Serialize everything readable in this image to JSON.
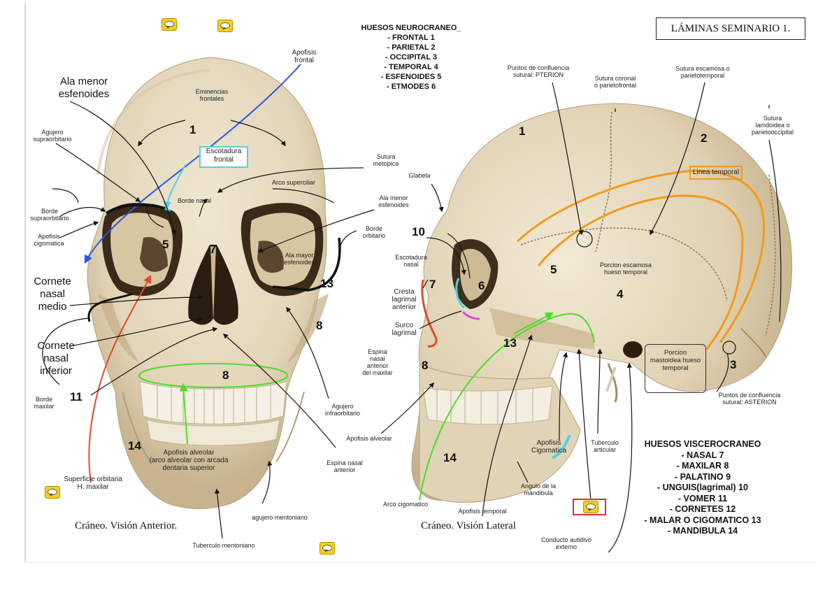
{
  "header": {
    "title_box": "LÁMINAS SEMINARIO 1.",
    "neuro_title": "HUESOS NEUROCRANEO_",
    "neuro_items": [
      "- FRONTAL 1",
      "- PARIETAL 2",
      "- OCCIPITAL 3",
      "- TEMPORAL 4",
      "- ESFENOIDES 5",
      "- ETMODES 6"
    ]
  },
  "viscero": {
    "title": "HUESOS VISCEROCRANEO",
    "items": [
      "- NASAL 7",
      "- MAXILAR  8",
      "- PALATINO 9",
      "- UNGUIS(lagrimal) 10",
      "- VOMER 11",
      "- CORNETES 12",
      "- MALAR O CIGOMATICO 13",
      "- MANDIBULA 14"
    ]
  },
  "captions": {
    "anterior": "Cráneo. Visión Anterior.",
    "lateral": "Cráneo. Visión Lateral"
  },
  "anterior_labels": {
    "apofisis_frontal": "Apofisis\nfrontal",
    "ala_menor_big": "Ala menor\nesfenoides",
    "eminencias": "Eminencias\nfrontales",
    "agujero_supra": "Agujero\nsupraorbitario",
    "escotadura_frontal": "Escotadura\nfrontal",
    "sutura_metopica": "Sutura\nmetopica",
    "glabela": "Glabela",
    "arco_superciliar": "Arco superciliar",
    "borde_nasal": "Borde nasal",
    "borde_supra": "Borde\nsupraorbitario",
    "apofisis_cigomatica": "Apofisis\ncigomatica",
    "ala_menor_small": "Ala menor\nesfenoides",
    "borde_orbitario": "Borde\norbitario",
    "ala_mayor": "Ala mayor\nesfenoides",
    "cornete_medio": "Cornete\nnasal\nmedio",
    "cornete_inferior": "Cornete\nnasal\ninferior",
    "borde_maxilar": "Borde\nmaxilar",
    "agujero_infra": "Agujero\ninfraorbitario",
    "apofisis_alveolar": "Apofisis alveolar\n(arco alveolar con arcada\ndentaria superior",
    "espina_nasal": "Espina nasal\nanterior",
    "superficie_orbitaria": "Superficie orbitaria\nH. maxilar",
    "agujero_mentoniano": "agujero mentoniano",
    "tuberculo_mentoniano": "Tuberculo mentoniano"
  },
  "lateral_labels": {
    "pterion": "Puntos de confluencia\nsutural: PTERION",
    "sutura_coronal": "Sutura coronal\no parietofrontal",
    "sutura_escamosa": "Sutura escamosa o\nparietotemporal",
    "sutura_lamdoidea": "Sutura\nlamdoidea o\nparietooccipital",
    "linea_temporal": "Linea temporal",
    "escotadura_nasal": "Escotadura\nnasal",
    "cresta_lagrimal": "Cresta\nlagrimal\nanterior",
    "surco_lagrimal": "Surco\nlagrimal",
    "espina_maxilar": "Espina\nnasal\nanterior\ndel maxilar",
    "porcion_escamosa": "Porcion escamosa\nhueso temporal",
    "porcion_mastoidea": "Porcion\nmastoidea hueso\ntemporal",
    "asterion": "Puntos de confluencia\nsutural: ASTERION",
    "apofisis_alveolar": "Apofisis alveolar",
    "apofisis_cigomatica": "Apofisis\nCigomatica",
    "tuberculo_articular": "Tuberculo\narticular",
    "angulo_mandibula": "Angulo de la\nmandibula",
    "arco_cigomatico": "Arco cigomatico",
    "apofisis_temporal": "Apofisis temporal",
    "conducto_auditivo": "Conducto autidivo\nexterno"
  },
  "numbers": {
    "a1": "1",
    "a5": "5",
    "a7": "7",
    "a13": "13",
    "a8a": "8",
    "a8b": "8",
    "a11": "11",
    "a14": "14",
    "l1": "1",
    "l2": "2",
    "l3": "3",
    "l4": "4",
    "l5": "5",
    "l6": "6",
    "l7": "7",
    "l8": "8",
    "l10": "10",
    "l13": "13",
    "l14": "14"
  },
  "colors": {
    "bone": "#e7dcc3",
    "bone_shadow": "#c9b897",
    "blue_line": "#2a55e6",
    "red_line": "#e04a2c",
    "cyan_line": "#4fd4dc",
    "green_line": "#4ddc2a",
    "orange_line": "#f39a1c",
    "magenta_line": "#d64bd8",
    "comment_icon": "#f5cf1c"
  },
  "icons": [
    "comment-icon"
  ]
}
